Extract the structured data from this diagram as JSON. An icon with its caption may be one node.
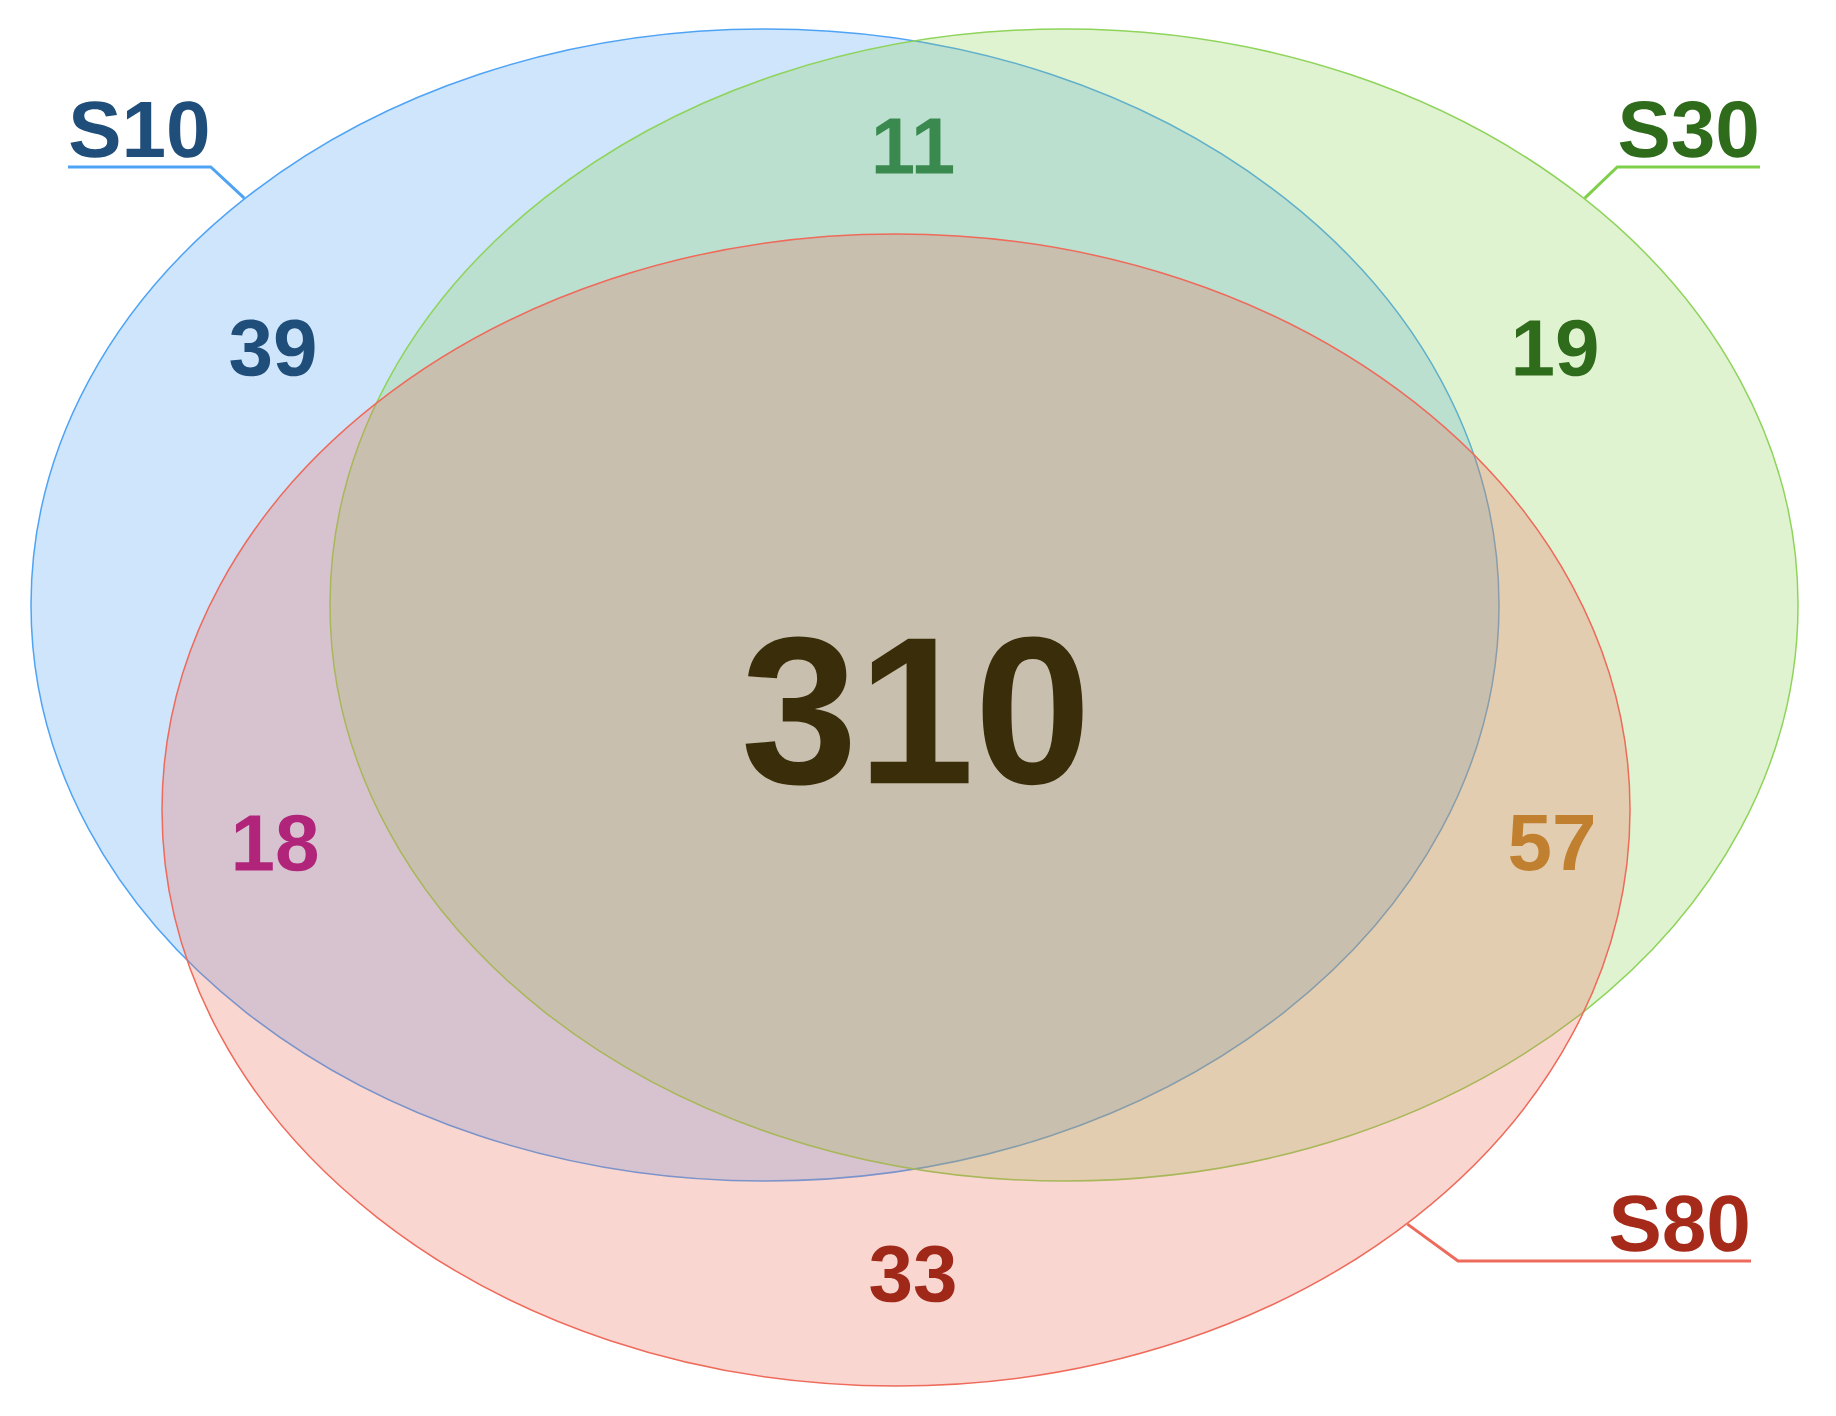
{
  "diagram": {
    "nodes": [
      {
        "text": [],
        "shape": "ellipse"
      },
      {
        "text": [],
        "shape": "ellipse"
      },
      {
        "text": [],
        "shape": "ellipse"
      },
      {
        "text": [
          "S10"
        ]
      },
      {
        "text": [
          "S30"
        ]
      },
      {
        "text": [
          "S80"
        ]
      }
    ],
    "edges": [
      {
        "from": 3,
        "to": 0,
        "arrow": "none",
        "color": "#4fa3f5"
      },
      {
        "from": 4,
        "to": 1,
        "arrow": "none",
        "color": "#7ed04a"
      },
      {
        "from": 5,
        "to": 2,
        "arrow": "none",
        "color": "#ee6a5a"
      }
    ],
    "labels": [
      "11",
      "39",
      "19",
      "310",
      "18",
      "57",
      "33"
    ]
  }
}
